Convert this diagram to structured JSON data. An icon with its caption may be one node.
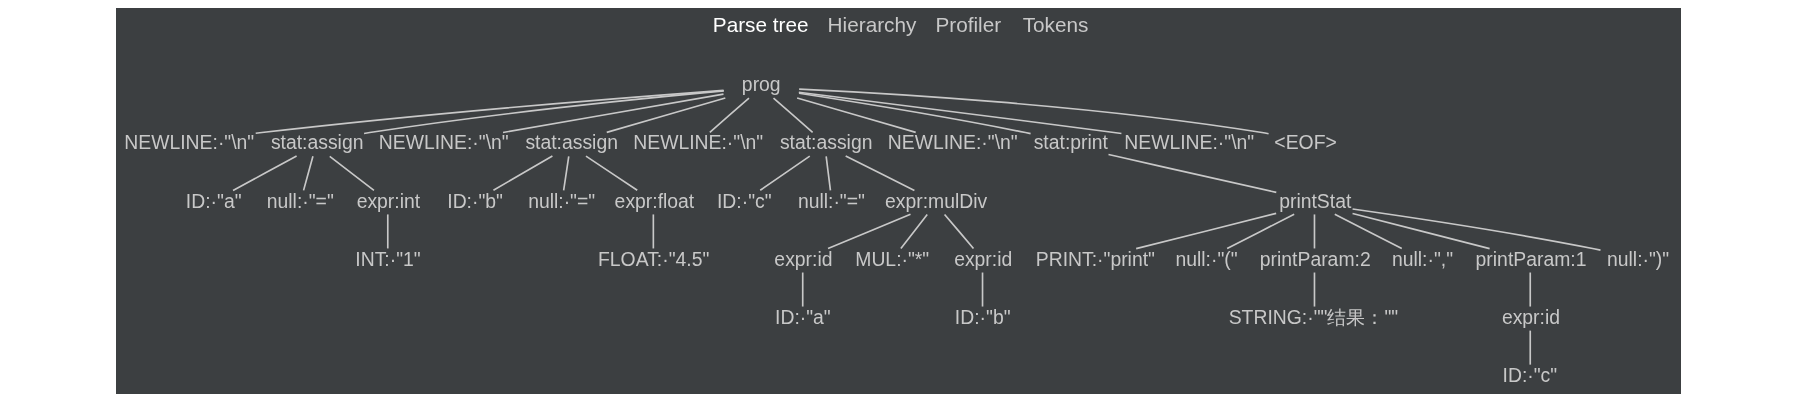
{
  "diagram": {
    "nodes": [
      {
        "text": [
          "prog"
        ]
      },
      {
        "text": [
          "NEWLINE:·\"\\n\""
        ]
      },
      {
        "text": [
          "stat:assign"
        ]
      },
      {
        "text": [
          "NEWLINE:·\"\\n\""
        ]
      },
      {
        "text": [
          "stat:assign"
        ]
      },
      {
        "text": [
          "NEWLINE:·\"\\n\""
        ]
      },
      {
        "text": [
          "stat:assign"
        ]
      },
      {
        "text": [
          "NEWLINE:·\"\\n\""
        ]
      },
      {
        "text": [
          "stat:print"
        ]
      },
      {
        "text": [
          "NEWLINE:·\"\\n\""
        ]
      },
      {
        "text": [
          "<EOF>"
        ]
      },
      {
        "text": [
          "ID:·\"a\""
        ]
      },
      {
        "text": [
          "null:·\"=\""
        ]
      },
      {
        "text": [
          "expr:int"
        ]
      },
      {
        "text": [
          "ID:·\"b\""
        ]
      },
      {
        "text": [
          "null:·\"=\""
        ]
      },
      {
        "text": [
          "expr:float"
        ]
      },
      {
        "text": [
          "ID:·\"c\""
        ]
      },
      {
        "text": [
          "null:·\"=\""
        ]
      },
      {
        "text": [
          "expr:mulDiv"
        ]
      },
      {
        "text": [
          "printStat"
        ]
      },
      {
        "text": [
          "INT:·\"1\""
        ]
      },
      {
        "text": [
          "FLOAT:·\"4.5\""
        ]
      },
      {
        "text": [
          "expr:id"
        ]
      },
      {
        "text": [
          "MUL:·\"*\""
        ]
      },
      {
        "text": [
          "expr:id"
        ]
      },
      {
        "text": [
          "PRINT:·\"print\""
        ]
      },
      {
        "text": [
          "null:·\"(\""
        ]
      },
      {
        "text": [
          "printParam:2"
        ]
      },
      {
        "text": [
          "null:·\",\""
        ]
      },
      {
        "text": [
          "printParam:1"
        ]
      },
      {
        "text": [
          "null:·\")\""
        ]
      },
      {
        "text": [
          "ID:·\"a\""
        ]
      },
      {
        "text": [
          "ID:·\"b\""
        ]
      },
      {
        "text": [
          "STRING:·\"\"结果：\"\""
        ]
      },
      {
        "text": [
          "expr:id"
        ]
      },
      {
        "text": [
          "ID:·\"c\""
        ]
      }
    ],
    "edges": [
      {
        "from": 0,
        "to": 1,
        "arrow": "none"
      },
      {
        "from": 0,
        "to": 2,
        "arrow": "none"
      },
      {
        "from": 0,
        "to": 3,
        "arrow": "none"
      },
      {
        "from": 0,
        "to": 4,
        "arrow": "none"
      },
      {
        "from": 0,
        "to": 5,
        "arrow": "none"
      },
      {
        "from": 0,
        "to": 6,
        "arrow": "none"
      },
      {
        "from": 0,
        "to": 7,
        "arrow": "none"
      },
      {
        "from": 0,
        "to": 8,
        "arrow": "none"
      },
      {
        "from": 0,
        "to": 9,
        "arrow": "none"
      },
      {
        "from": 0,
        "to": 10,
        "arrow": "none"
      },
      {
        "from": 2,
        "to": 11,
        "arrow": "none"
      },
      {
        "from": 2,
        "to": 12,
        "arrow": "none"
      },
      {
        "from": 2,
        "to": 13,
        "arrow": "none"
      },
      {
        "from": 4,
        "to": 14,
        "arrow": "none"
      },
      {
        "from": 4,
        "to": 15,
        "arrow": "none"
      },
      {
        "from": 4,
        "to": 16,
        "arrow": "none"
      },
      {
        "from": 6,
        "to": 17,
        "arrow": "none"
      },
      {
        "from": 6,
        "to": 18,
        "arrow": "none"
      },
      {
        "from": 6,
        "to": 19,
        "arrow": "none"
      },
      {
        "from": 8,
        "to": 20,
        "arrow": "none"
      },
      {
        "from": 13,
        "to": 21,
        "arrow": "none"
      },
      {
        "from": 16,
        "to": 22,
        "arrow": "none"
      },
      {
        "from": 19,
        "to": 23,
        "arrow": "none"
      },
      {
        "from": 19,
        "to": 24,
        "arrow": "none"
      },
      {
        "from": 19,
        "to": 25,
        "arrow": "none"
      },
      {
        "from": 20,
        "to": 26,
        "arrow": "none"
      },
      {
        "from": 20,
        "to": 27,
        "arrow": "none"
      },
      {
        "from": 20,
        "to": 28,
        "arrow": "none"
      },
      {
        "from": 20,
        "to": 29,
        "arrow": "none"
      },
      {
        "from": 20,
        "to": 30,
        "arrow": "none"
      },
      {
        "from": 20,
        "to": 31,
        "arrow": "none"
      },
      {
        "from": 23,
        "to": 32,
        "arrow": "none"
      },
      {
        "from": 25,
        "to": 33,
        "arrow": "none"
      },
      {
        "from": 28,
        "to": 34,
        "arrow": "none"
      },
      {
        "from": 30,
        "to": 35,
        "arrow": "none"
      },
      {
        "from": 35,
        "to": 36,
        "arrow": "none"
      }
    ],
    "labels": [
      "Parse tree",
      "Hierarchy",
      "Profiler",
      "Tokens"
    ]
  }
}
